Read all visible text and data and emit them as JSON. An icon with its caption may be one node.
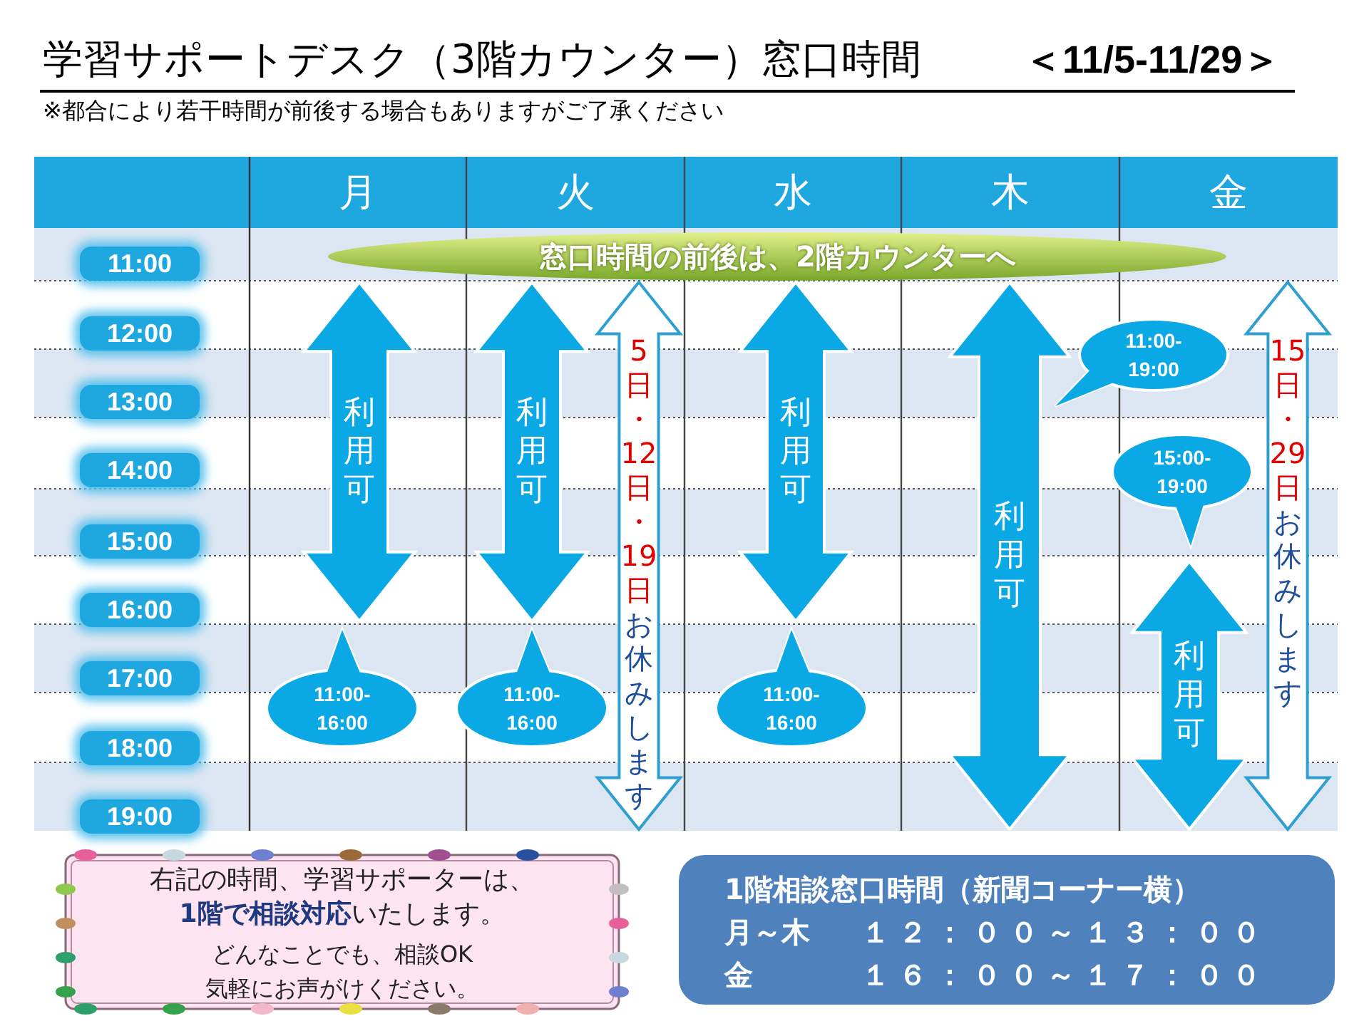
{
  "diagram": {
    "title": "学習サポートデスク（3階カウンター）窓口時間",
    "nodes": [
      {
        "text": [
          "窓口時間の前後は、2階カウンターへ"
        ]
      },
      {
        "text": [
          "利用可"
        ]
      },
      {
        "text": [
          "11:00-16:00"
        ]
      },
      {
        "text": [
          "利用可"
        ]
      },
      {
        "text": [
          "11:00-16:00"
        ]
      },
      {
        "text": [
          "5日・12日・19日",
          "お休みします"
        ]
      },
      {
        "text": [
          "利用可"
        ]
      },
      {
        "text": [
          "11:00-16:00"
        ]
      },
      {
        "text": [
          "利用可"
        ]
      },
      {
        "text": [
          "11:00-19:00"
        ]
      },
      {
        "text": [
          "15:00-19:00"
        ]
      },
      {
        "text": [
          "利用可"
        ]
      },
      {
        "text": [
          "15日・29日",
          "お休みします"
        ]
      },
      {
        "text": [
          "右記の時間、学習サポーターは、**1階で相談対応**いたします。",
          "どんなことでも、相談OK 気軽にお声がけください。"
        ]
      },
      {
        "text": [
          "1階相談窓口時間（新聞コーナー横）",
          "月～木",
          "１２：００～１３：００",
          "金",
          "１６：００～１７：００"
        ]
      }
    ],
    "labels": [
      "＜11/5-11/29＞",
      "※都合により若干時間が前後する場合もありますがご了承ください",
      "月",
      "火",
      "水",
      "木",
      "金",
      "11:00",
      "12:00",
      "13:00",
      "14:00",
      "15:00",
      "16:00",
      "17:00",
      "18:00",
      "19:00"
    ]
  }
}
